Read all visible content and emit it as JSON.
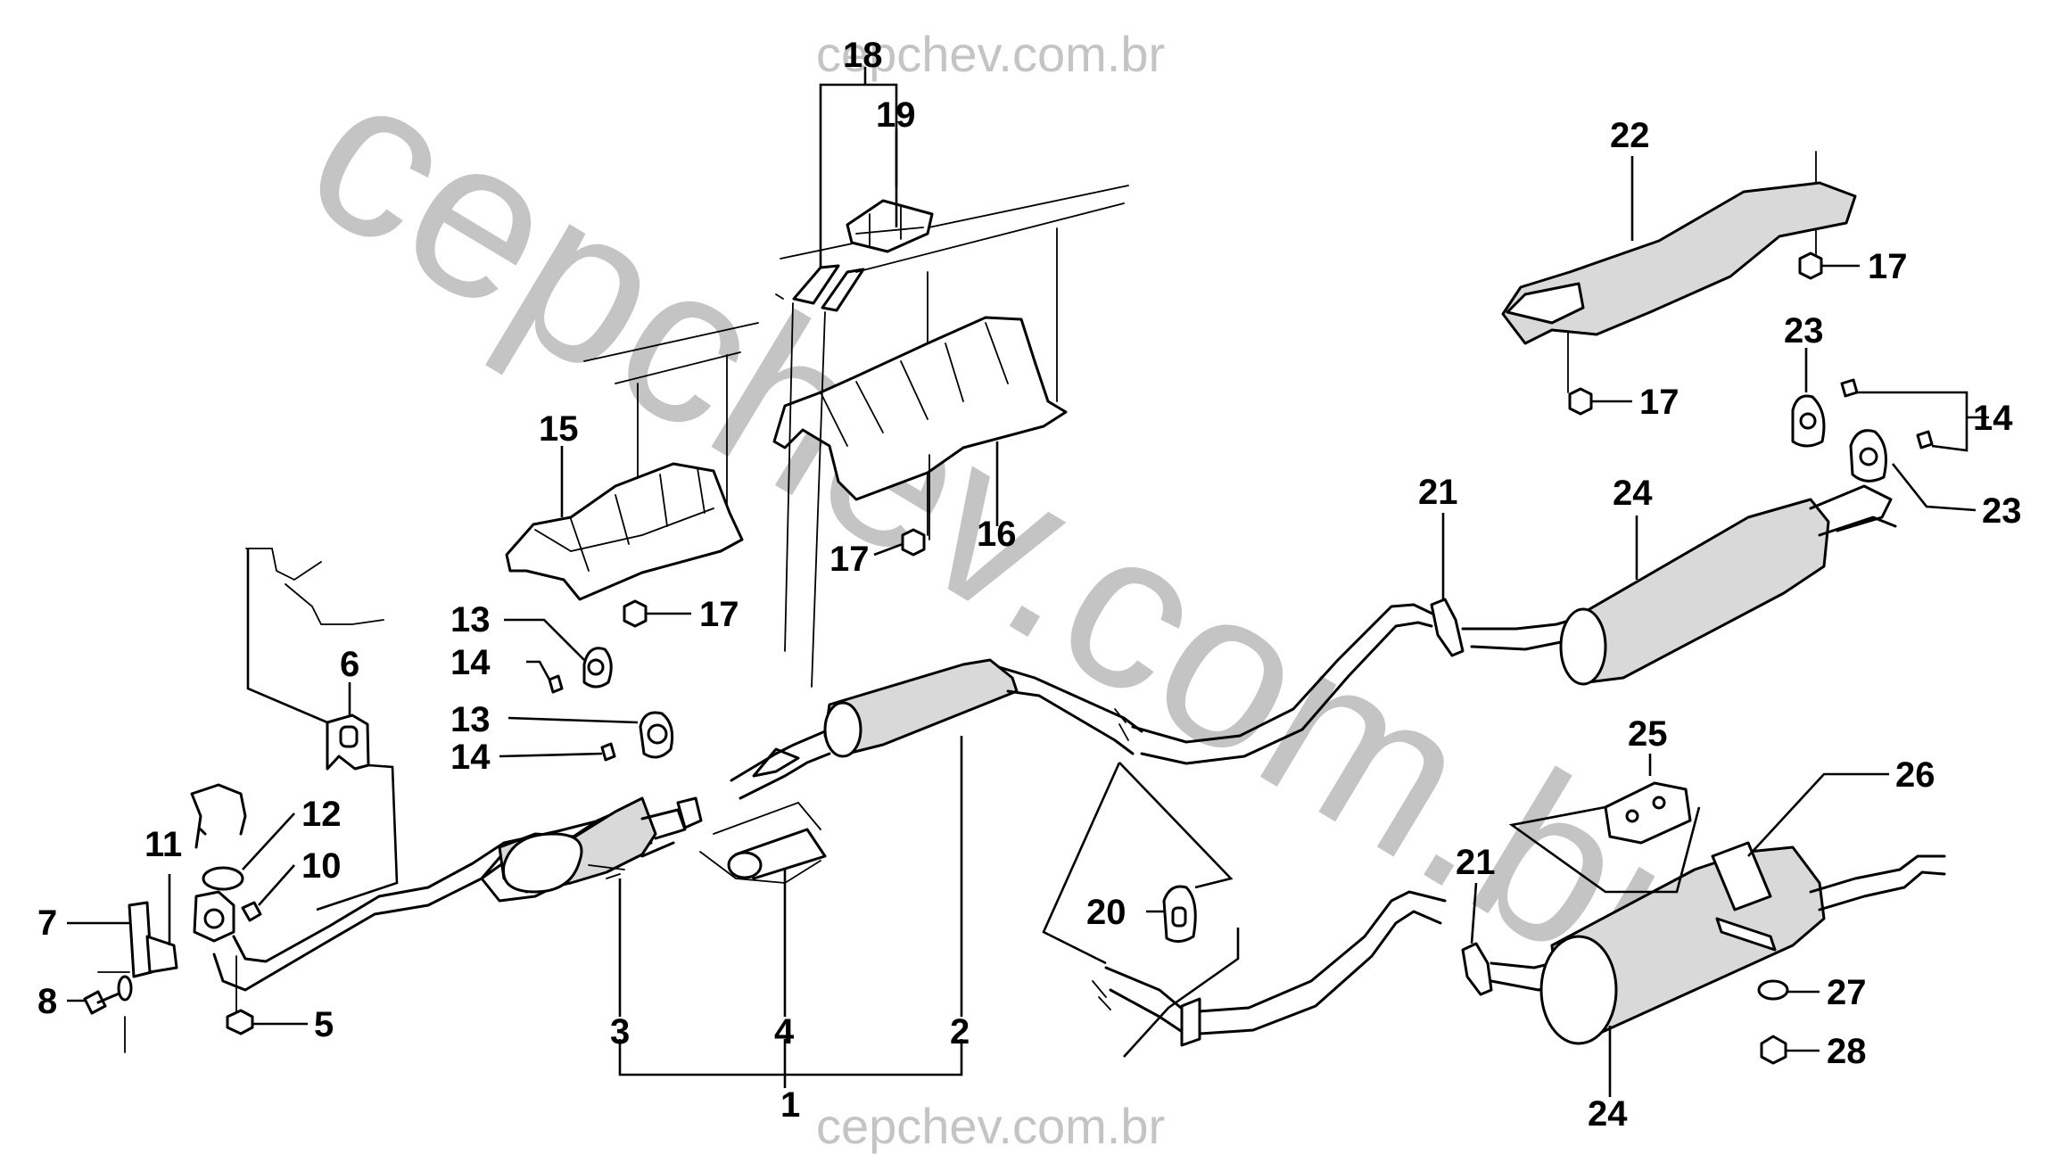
{
  "watermark": {
    "top": "cepchev.com.br",
    "bottom": "cepchev.com.br",
    "diagonal": "cepchev.com.br"
  },
  "callouts": [
    {
      "id": "c1",
      "text": "1"
    },
    {
      "id": "c2",
      "text": "2"
    },
    {
      "id": "c3",
      "text": "3"
    },
    {
      "id": "c4",
      "text": "4"
    },
    {
      "id": "c5",
      "text": "5"
    },
    {
      "id": "c6",
      "text": "6"
    },
    {
      "id": "c7",
      "text": "7"
    },
    {
      "id": "c8",
      "text": "8"
    },
    {
      "id": "c10",
      "text": "10"
    },
    {
      "id": "c11",
      "text": "11"
    },
    {
      "id": "c12",
      "text": "12"
    },
    {
      "id": "c13a",
      "text": "13"
    },
    {
      "id": "c13b",
      "text": "13"
    },
    {
      "id": "c14a",
      "text": "14"
    },
    {
      "id": "c14b",
      "text": "14"
    },
    {
      "id": "c14c",
      "text": "14"
    },
    {
      "id": "c15",
      "text": "15"
    },
    {
      "id": "c16",
      "text": "16"
    },
    {
      "id": "c17a",
      "text": "17"
    },
    {
      "id": "c17b",
      "text": "17"
    },
    {
      "id": "c17c",
      "text": "17"
    },
    {
      "id": "c17d",
      "text": "17"
    },
    {
      "id": "c18",
      "text": "18"
    },
    {
      "id": "c19",
      "text": "19"
    },
    {
      "id": "c20",
      "text": "20"
    },
    {
      "id": "c21a",
      "text": "21"
    },
    {
      "id": "c21b",
      "text": "21"
    },
    {
      "id": "c22",
      "text": "22"
    },
    {
      "id": "c23a",
      "text": "23"
    },
    {
      "id": "c23b",
      "text": "23"
    },
    {
      "id": "c24a",
      "text": "24"
    },
    {
      "id": "c24b",
      "text": "24"
    },
    {
      "id": "c25",
      "text": "25"
    },
    {
      "id": "c26",
      "text": "26"
    },
    {
      "id": "c27",
      "text": "27"
    },
    {
      "id": "c28",
      "text": "28"
    }
  ]
}
